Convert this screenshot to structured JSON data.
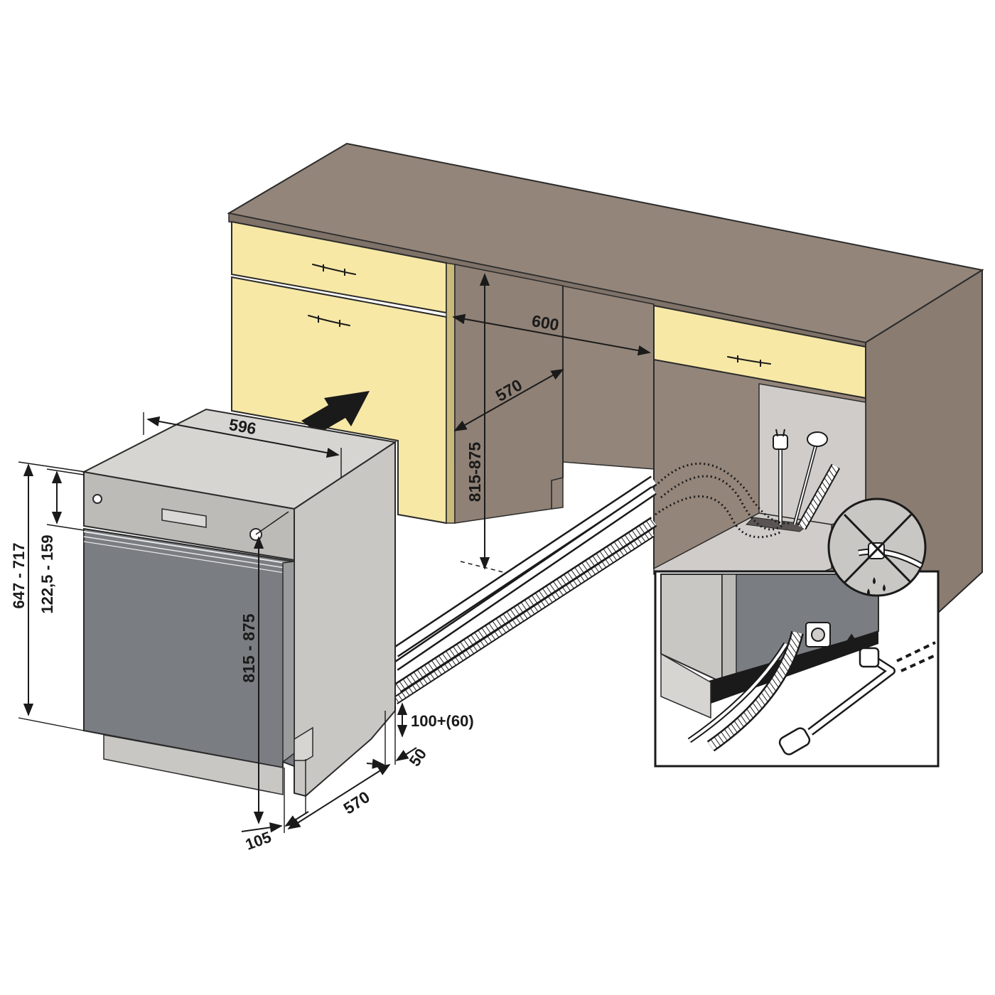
{
  "colors": {
    "cabinet": "#93857a",
    "cabinet_dark": "#8a7c71",
    "cabinet_top": "#93857a",
    "drawer_face": "#f7e8a6",
    "appliance_side": "#c9c7c4",
    "appliance_top": "#d7d5d2",
    "panel": "#bdbbb7",
    "door": "#7a7d82",
    "floor": "#ffffff",
    "niche": "#cfccc9",
    "line": "#1a1a1a"
  },
  "icons": {
    "insert_arrow": "insert-direction-arrow-icon",
    "plug": "power-plug-icon",
    "no_leak": "no-leak-prohibition-icon"
  },
  "dimensions": {
    "appliance_width": "596",
    "appliance_height_total": "647 - 717",
    "appliance_panel_height": "122,5 - 159",
    "appliance_height": "815 - 875",
    "plinth_height": "100+(60)",
    "plinth_gap": "50",
    "appliance_depth": "570",
    "door_offset": "105",
    "niche_width": "600",
    "niche_depth": "570",
    "niche_height": "815-875"
  }
}
